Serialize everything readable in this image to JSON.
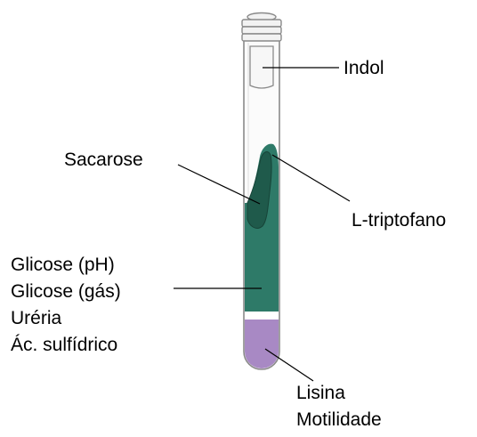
{
  "labels": {
    "indol": "Indol",
    "sacarose": "Sacarose",
    "l_triptofano": "L-triptofano",
    "glicose_ph": "Glicose (pH)",
    "glicose_gas": "Glicose (gás)",
    "ureria": "Uréria",
    "ac_sulfidrico": "Ác. sulfídrico",
    "lisina": "Lisina",
    "motilidade": "Motilidade"
  },
  "colors": {
    "tube_outline": "#8a8a8a",
    "glass": "#fbfbfb",
    "cap_fill": "#f2f2f2",
    "green_medium": "#2e7a68",
    "green_dark": "#1f5a4b",
    "purple_medium": "#a889c4",
    "leader_line": "#000000"
  }
}
